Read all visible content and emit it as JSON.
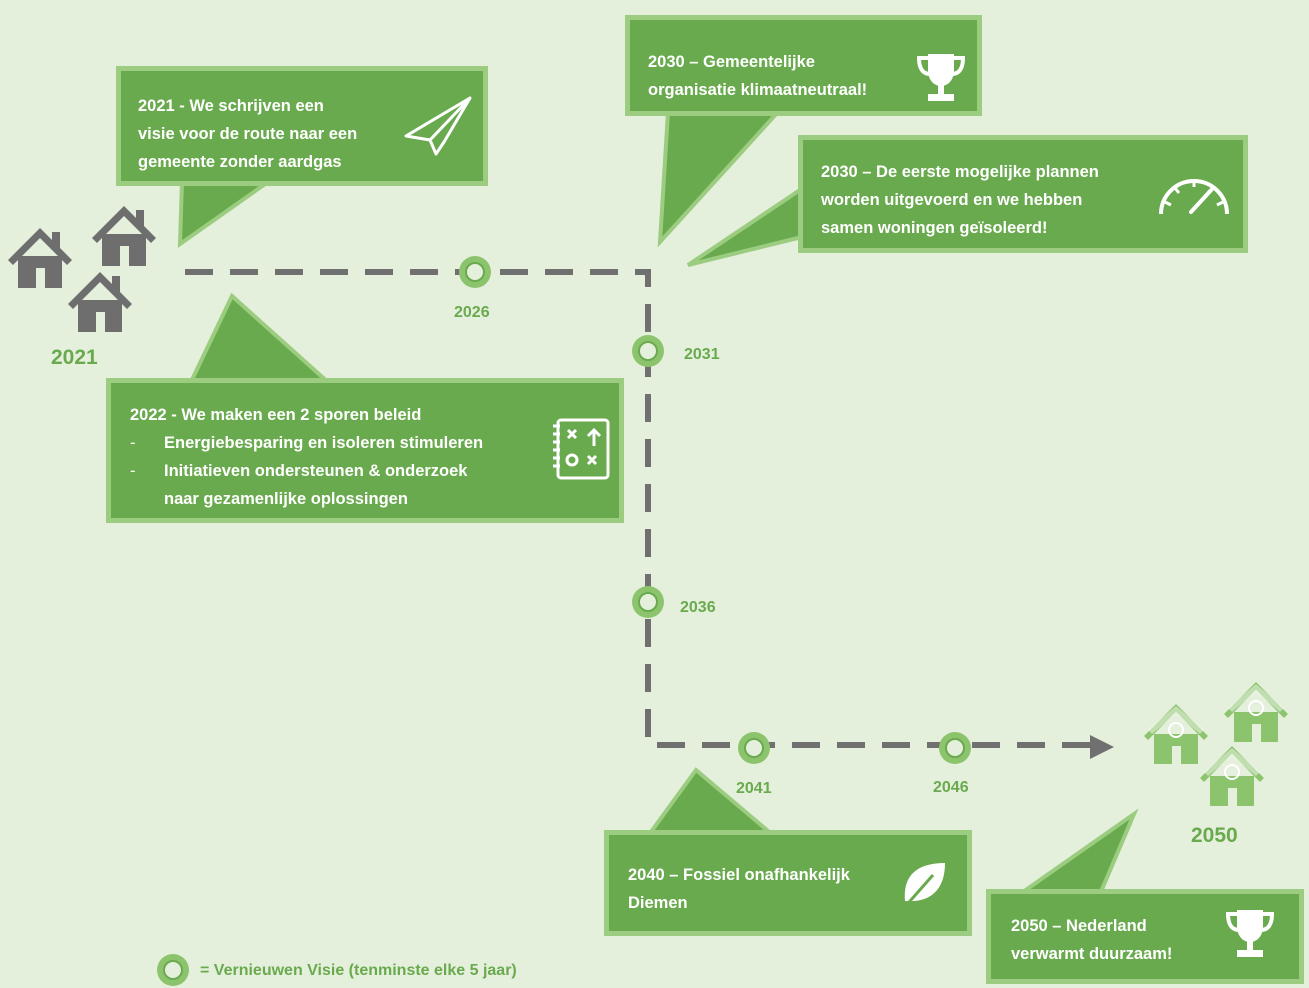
{
  "colors": {
    "green": "#6aaa4e",
    "green_light": "#9bcc80",
    "path_gray": "#707070",
    "house_gray": "#6e6e6e",
    "background": "#e5f0dc"
  },
  "start_year": "2021",
  "end_year": "2050",
  "milestones": [
    "2026",
    "2031",
    "2036",
    "2041",
    "2046"
  ],
  "callouts": {
    "c2021": {
      "text": "2021 - We schrijven een\nvisie voor de route naar een\ngemeente zonder aardgas",
      "icon": "paper-plane-icon"
    },
    "c2022": {
      "heading": "2022 - We maken een 2 sporen beleid",
      "bullets": [
        {
          "dash": "-",
          "text": "Energiebesparing en isoleren stimuleren"
        },
        {
          "dash": "-",
          "text": "Initiatieven ondersteunen & onderzoek\nnaar gezamenlijke oplossingen"
        }
      ],
      "icon": "strategy-board-icon"
    },
    "c2030a": {
      "text": "2030 – Gemeentelijke\norganisatie klimaatneutraal!",
      "icon": "trophy-icon"
    },
    "c2030b": {
      "text": "2030 – De eerste mogelijke plannen\nworden uitgevoerd en we hebben\nsamen woningen geïsoleerd!",
      "icon": "speedometer-icon"
    },
    "c2040": {
      "text": "2040 – Fossiel onafhankelijk\nDiemen",
      "icon": "leaf-icon"
    },
    "c2050": {
      "text": "2050 – Nederland\nverwarmt duurzaam!",
      "icon": "trophy-icon"
    }
  },
  "legend": {
    "text": "= Vernieuwen Visie (tenminste elke 5 jaar)"
  }
}
